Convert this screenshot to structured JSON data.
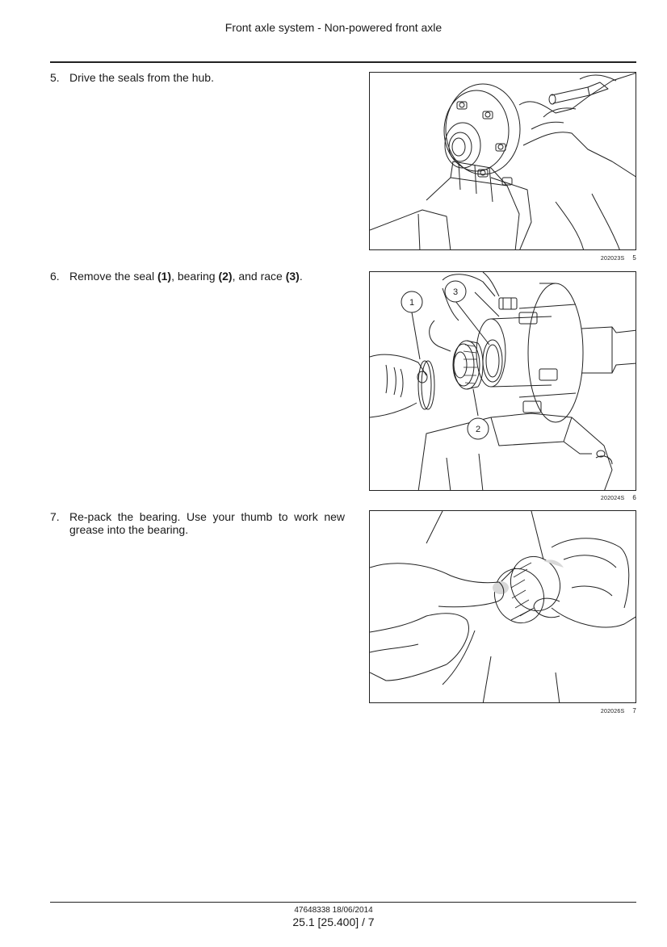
{
  "header": {
    "title": "Front axle system - Non-powered front axle"
  },
  "steps": [
    {
      "number": "5.",
      "text": "Drive the seals from the hub.",
      "figure": {
        "code": "202023S",
        "number": "5"
      }
    },
    {
      "number": "6.",
      "text_parts": [
        "Remove the seal ",
        "(1)",
        ", bearing ",
        "(2)",
        ", and race ",
        "(3)",
        "."
      ],
      "figure": {
        "code": "202024S",
        "number": "6",
        "callouts": [
          "1",
          "2",
          "3"
        ]
      }
    },
    {
      "number": "7.",
      "text": "Re-pack the bearing.  Use your thumb to work new grease into the bearing.",
      "figure": {
        "code": "202026S",
        "number": "7"
      }
    }
  ],
  "footer": {
    "doc_ref": "47648338 18/06/2014",
    "page": "25.1 [25.400] / 7"
  }
}
